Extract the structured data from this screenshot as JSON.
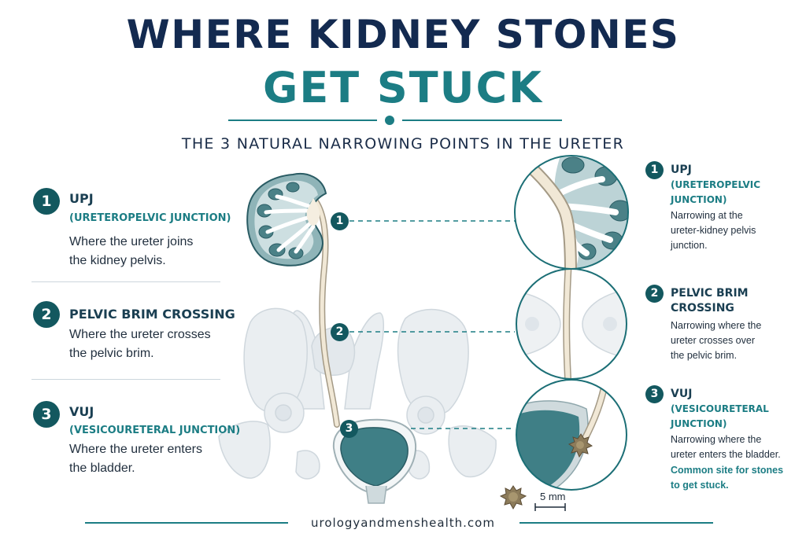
{
  "header": {
    "title_line1": "WHERE KIDNEY STONES",
    "title_line2": "GET STUCK",
    "subtitle": "THE 3 NATURAL NARROWING POINTS IN THE URETER"
  },
  "left_items": [
    {
      "number": "1",
      "title": "UPJ",
      "subtitle": "(URETEROPELVIC JUNCTION)",
      "desc_line1": "Where the ureter joins",
      "desc_line2": "the kidney pelvis."
    },
    {
      "number": "2",
      "title": "PELVIC BRIM CROSSING",
      "desc_line1": "Where the ureter crosses",
      "desc_line2": "the pelvic brim."
    },
    {
      "number": "3",
      "title": "VUJ",
      "subtitle": "(VESICOURETERAL JUNCTION)",
      "desc_line1": "Where the ureter enters",
      "desc_line2": "the bladder."
    }
  ],
  "diagram_markers": [
    "1",
    "2",
    "3"
  ],
  "right_items": [
    {
      "number": "1",
      "title_line1": "UPJ",
      "sub_line1": "(URETEROPELVIC",
      "sub_line2": "JUNCTION)",
      "desc_line1": "Narrowing at the",
      "desc_line2": "ureter-kidney pelvis",
      "desc_line3": "junction."
    },
    {
      "number": "2",
      "title_line1": "PELVIC BRIM",
      "title_line2": "CROSSING",
      "desc_line1": "Narrowing where the",
      "desc_line2": "ureter crosses over",
      "desc_line3": "the pelvic brim."
    },
    {
      "number": "3",
      "title_line1": "VUJ",
      "sub_line1": "(VESICOURETERAL",
      "sub_line2": "JUNCTION)",
      "desc_line1": "Narrowing where the",
      "desc_line2": "ureter enters the bladder.",
      "note_line1": "Common site for stones",
      "note_line2": "to get stuck."
    }
  ],
  "scale": {
    "label": "5 mm"
  },
  "footer": {
    "text": "urologyandmenshealth.com"
  },
  "colors": {
    "navy": "#132a50",
    "teal": "#1c7d84",
    "badge": "#13585f",
    "organ": "#3f7f86",
    "bone": "#e9edf0",
    "ureter": "#f1e8d6"
  },
  "icons": [
    "kidney-illustration",
    "pelvis-illustration",
    "bladder-illustration",
    "kidney-stone-icon"
  ]
}
